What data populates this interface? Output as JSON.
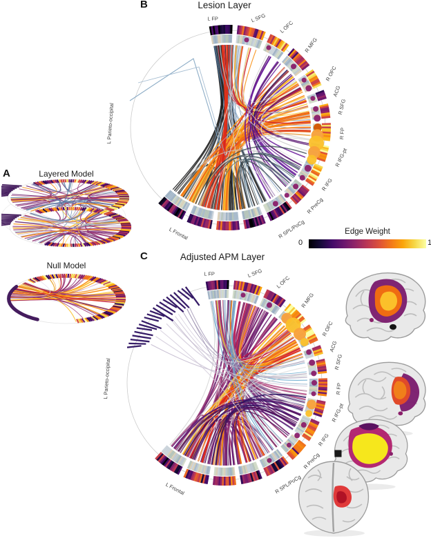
{
  "figure": {
    "panel_a": {
      "label": "A",
      "layered_title": "Layered Model",
      "null_title": "Null Model"
    },
    "panel_b": {
      "label": "B",
      "title": "Lesion Layer"
    },
    "panel_c": {
      "label": "C",
      "title": "Adjusted APM Layer"
    },
    "colorbar": {
      "title": "Edge Weight",
      "min": "0",
      "max": "1"
    },
    "regions": [
      {
        "label": "L FP",
        "angle": -8,
        "rot": 0,
        "lr": 157
      },
      {
        "label": "L SFG",
        "angle": 16,
        "rot": -22,
        "lr": 163
      },
      {
        "label": "L OFC",
        "angle": 31,
        "rot": -42,
        "lr": 168
      },
      {
        "label": "R MFG",
        "angle": 46,
        "rot": -54,
        "lr": 170
      },
      {
        "label": "R OFC",
        "angle": 63,
        "rot": -62,
        "lr": 170
      },
      {
        "label": "ACG",
        "angle": 72,
        "rot": -70,
        "lr": 168
      },
      {
        "label": "R SFG",
        "angle": 80,
        "rot": -76,
        "lr": 170
      },
      {
        "label": "R FP",
        "angle": 93,
        "rot": -85,
        "lr": 168
      },
      {
        "label": "R IFG-pt",
        "angle": 105,
        "rot": -64,
        "lr": 172
      },
      {
        "label": "R IFG",
        "angle": 120,
        "rot": -55,
        "lr": 168
      },
      {
        "label": "R PreCg",
        "angle": 132,
        "rot": -46,
        "lr": 172
      },
      {
        "label": "R SPL/PoCg",
        "angle": 148,
        "rot": -33,
        "lr": 176
      },
      {
        "label": "L Frontal",
        "angle": 205,
        "rot": 28,
        "lr": 172
      },
      {
        "label": "L Parieto-occipital",
        "angle": 272,
        "rot": -86,
        "lr": 168
      }
    ],
    "brains": [
      {
        "view": "lateral"
      },
      {
        "view": "lateral"
      },
      {
        "view": "lateral"
      },
      {
        "view": "superior"
      }
    ]
  }
}
